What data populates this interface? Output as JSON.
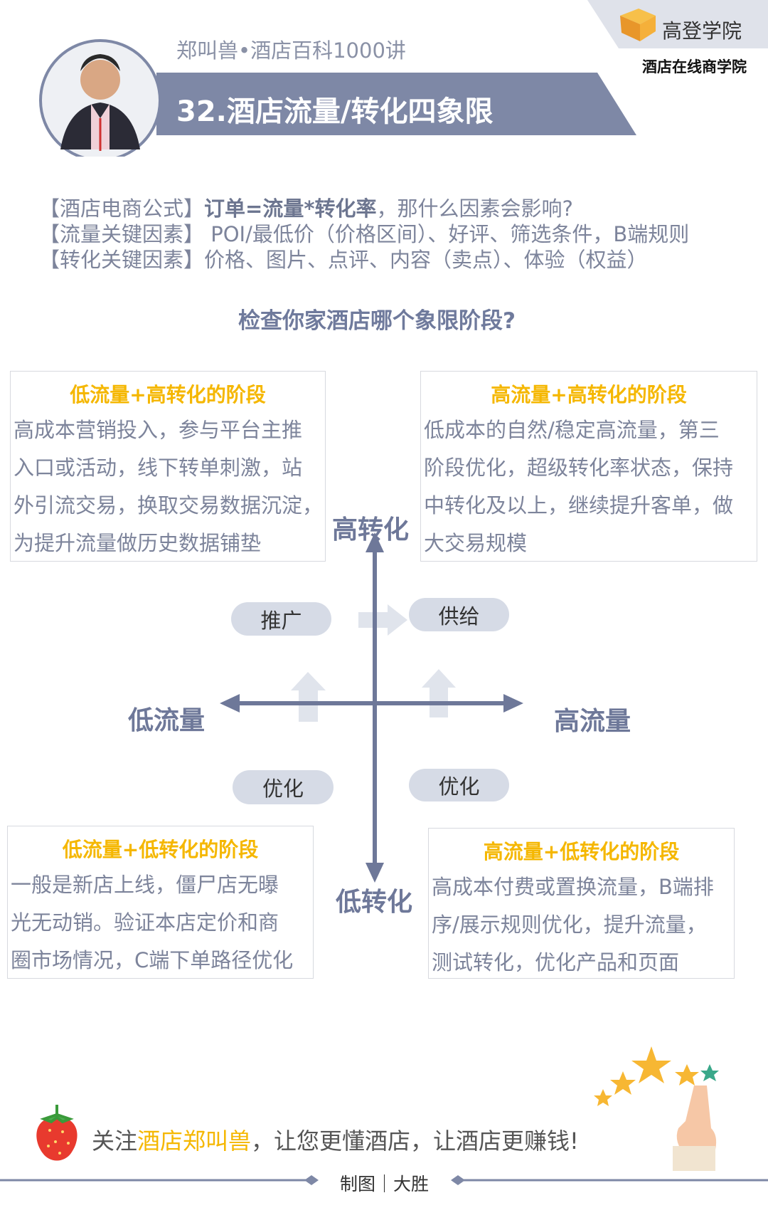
{
  "header": {
    "series": "郑叫兽•酒店百科1000讲",
    "title": "32.酒店流量/转化四象限",
    "brand_name": "高登学院",
    "brand_tagline": "酒店在线商学院"
  },
  "formulas": [
    {
      "label": "【酒店电商公式】",
      "bold": "订单=流量*转化率",
      "text": "，那什么因素会影响?"
    },
    {
      "label": "【流量关键因素】",
      "bold": "",
      "text": " POI/最低价（价格区间）、好评、筛选条件，B端规则"
    },
    {
      "label": "【转化关键因素】",
      "bold": "",
      "text": "价格、图片、点评、内容（卖点）、体验（权益）"
    }
  ],
  "question": "检查你家酒店哪个象限阶段?",
  "quadrants": {
    "top_left": {
      "title": "低流量+高转化的阶段",
      "lines": [
        "高成本营销投入，参与平台主推",
        "入口或活动，线下转单刺激，站",
        "外引流交易，换取交易数据沉淀，",
        "为提升流量做历史数据铺垫"
      ]
    },
    "top_right": {
      "title": "高流量+高转化的阶段",
      "lines": [
        "低成本的自然/稳定高流量，第三",
        "阶段优化，超级转化率状态，保持",
        "中转化及以上，继续提升客单，做",
        "大交易规模"
      ]
    },
    "bottom_left": {
      "title": "低流量+低转化的阶段",
      "lines": [
        "一般是新店上线，僵尸店无曝",
        "光无动销。验证本店定价和商",
        "圈市场情况，C端下单路径优化"
      ]
    },
    "bottom_right": {
      "title": "高流量+低转化的阶段",
      "lines": [
        "高成本付费或置换流量，B端排",
        "序/展示规则优化，提升流量，",
        "测试转化，优化产品和页面"
      ]
    }
  },
  "axes": {
    "up": "高转化",
    "down": "低转化",
    "left": "低流量",
    "right": "高流量"
  },
  "pills": {
    "promote": "推广",
    "supply": "供给",
    "optimize_left": "优化",
    "optimize_right": "优化"
  },
  "footer": {
    "pre": "关注",
    "highlight": "酒店郑叫兽",
    "post": "，让您更懂酒店，让酒店更赚钱!",
    "credit": "制图｜大胜"
  },
  "colors": {
    "accent": "#f5b700",
    "axis": "#6e7899",
    "banner": "#7e88a6",
    "pill": "#d6dbe6"
  }
}
